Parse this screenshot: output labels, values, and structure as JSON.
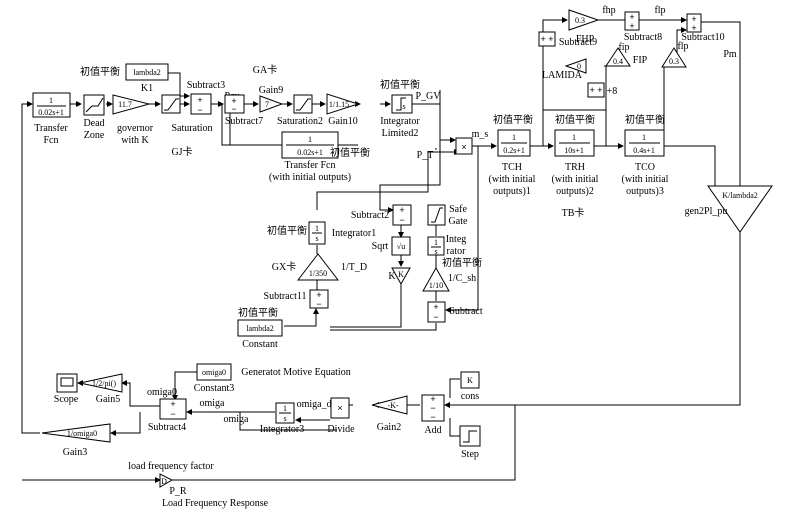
{
  "cards": {
    "ga": "GA卡",
    "gj": "GJ卡",
    "gx": "GX卡",
    "tb": "TB卡"
  },
  "init_label": "初值平衡",
  "blocks": {
    "k1": {
      "text": "lambda2",
      "name": "K1"
    },
    "tf1": {
      "num": "1",
      "den": "0.02s+1",
      "name": "Transfer",
      "name2": "Fcn"
    },
    "deadzone": {
      "name": "Dead",
      "name2": "Zone"
    },
    "governor": {
      "text": "11.7",
      "name": "governor",
      "name2": "with K"
    },
    "saturation": {
      "name": "Saturation"
    },
    "subtract3": {
      "name": "Subtract3"
    },
    "pcv": "Pcv",
    "subtract7": {
      "name": "Subtract7"
    },
    "gain9": {
      "text": "7",
      "name": "Gain9"
    },
    "saturation2": {
      "name": "Saturation2"
    },
    "gain10": {
      "text": "1/1.15",
      "name": "Gain10"
    },
    "integrator_limited2": {
      "name": "Integrator",
      "name2": "Limited2"
    },
    "pgv": "P_GV",
    "tf2": {
      "num": "1",
      "den": "0.02s+1",
      "name": "Transfer Fcn",
      "name2": "(with initial outputs)"
    },
    "ms": "m_s",
    "pt": "P_T",
    "tch": {
      "num": "1",
      "den": "0.2s+1",
      "name": "TCH",
      "name2": "(with initial",
      "name3": "outputs)1"
    },
    "trh": {
      "num": "1",
      "den": "10s+1",
      "name": "TRH",
      "name2": "(with initial",
      "name3": "outputs)2"
    },
    "tco": {
      "num": "1",
      "den": "0.4s+1",
      "name": "TCO",
      "name2": "(with initial",
      "name3": "outputs)3"
    },
    "fhp": {
      "text": "0.3",
      "name": "FHP"
    },
    "fhp_sig": "fhp",
    "subtract9": {
      "name": "Subtract9"
    },
    "subtract8": {
      "name": "Subtract8"
    },
    "fip_sig": "fip",
    "fip": {
      "text": "0.4",
      "name": "FIP"
    },
    "lamida": {
      "text": "0",
      "name": "LAMIDA"
    },
    "plus8": "+8",
    "flp_sig": "flp",
    "flp_sig2": "flp",
    "subtract10": {
      "name": "Subtract10"
    },
    "flp": {
      "text": "0.3"
    },
    "pm": "Pm",
    "gen2pl": {
      "text": "K/lambda2",
      "name": "gen2Pl_pu"
    },
    "subtract2": {
      "name": "Subtract2"
    },
    "integrator1": {
      "name": "Integrator1"
    },
    "sqrt": {
      "text": "√u",
      "name": "Sqrt"
    },
    "k_sqrt": {
      "text": "K",
      "name": "K"
    },
    "safegate": {
      "name": "Safe",
      "name2": "Gate"
    },
    "integrator": {
      "name": "Integ",
      "name2": "rator"
    },
    "td": {
      "text": "1/350",
      "name": "1/T_D"
    },
    "csh": {
      "text": "1/10",
      "name": "1/C_sh"
    },
    "subtract11": {
      "name": "Subtract11"
    },
    "subtract": {
      "name": "Subtract"
    },
    "constant": {
      "text": "lambda2",
      "name": "Constant"
    },
    "scope": {
      "name": "Scope"
    },
    "gain5": {
      "text": "1/2/pi()",
      "name": "Gain5"
    },
    "omiga0_lbl": "omiga0",
    "constant3": {
      "text": "omiga0",
      "name": "Constant3"
    },
    "gme": "Generatot Motive Equation",
    "omiga_lbl": "omiga",
    "omiga_lbl2": "omiga",
    "subtract4": {
      "name": "Subtract4"
    },
    "integrator3": {
      "name": "Integrator3"
    },
    "omiga_dot": "omiga_dot",
    "divide": {
      "name": "Divide"
    },
    "gain2": {
      "text": "-K-",
      "name": "Gain2"
    },
    "add": {
      "name": "Add"
    },
    "cons": {
      "text": "K",
      "name": "cons"
    },
    "step": {
      "name": "Step"
    },
    "gain3": {
      "text": "1/omiga0",
      "name": "Gain3"
    },
    "lff": "load frequency factor",
    "pr": {
      "name": "P_R",
      "name2": "Load Frequency Response",
      "text": "D"
    }
  }
}
